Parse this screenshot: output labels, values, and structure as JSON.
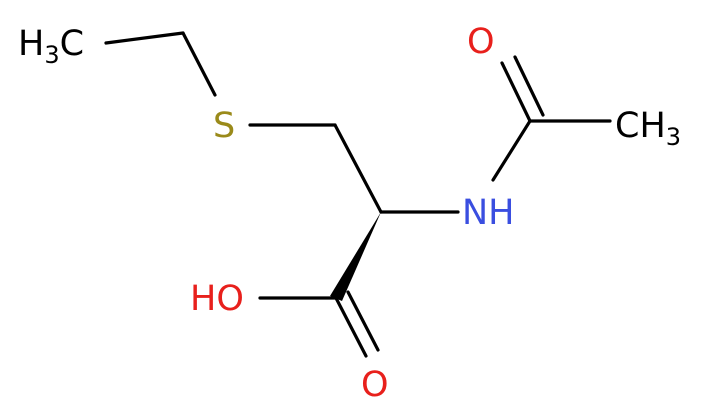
{
  "molecule": {
    "labels": {
      "ch3_left": {
        "main": "H",
        "sub": "3",
        "tail": "C"
      },
      "sulfur": "S",
      "oxygen_top": "O",
      "ch3_right": {
        "main": "CH",
        "sub": "3"
      },
      "nh": "NH",
      "ho": "HO",
      "oxygen_bottom": "O"
    },
    "colors": {
      "carbon": "#000000",
      "oxygen": "#e8201c",
      "nitrogen": "#3a4ee0",
      "sulfur": "#9a8a1a"
    }
  }
}
